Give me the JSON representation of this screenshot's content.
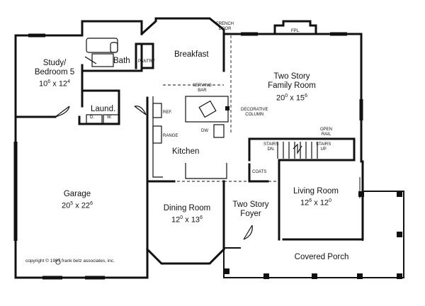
{
  "rooms": {
    "study": {
      "name": "Study/",
      "name2": "Bedroom 5",
      "w": "10",
      "wf": "6",
      "d": "12",
      "df": "4"
    },
    "bath": {
      "name": "Bath"
    },
    "pantry": {
      "name": "PANTRY"
    },
    "breakfast": {
      "name": "Breakfast"
    },
    "french_door": {
      "line1": "FRENCH",
      "line2": "DOOR"
    },
    "fpl": {
      "name": "FPL."
    },
    "family": {
      "name": "Two Story",
      "name2": "Family Room",
      "w": "20",
      "wf": "0",
      "d": "15",
      "df": "6"
    },
    "serving_bar": {
      "line1": "SERVING",
      "line2": "BAR"
    },
    "laund": {
      "name": "Laund."
    },
    "dryer": {
      "name": "D."
    },
    "washer": {
      "name": "W."
    },
    "ref": {
      "name": "REF."
    },
    "range": {
      "name": "RANGE"
    },
    "dw": {
      "name": "DW"
    },
    "kitchen": {
      "name": "Kitchen"
    },
    "decorative": {
      "line1": "DECORATIVE",
      "line2": "COLUMN"
    },
    "open_rail": {
      "line1": "OPEN",
      "line2": "RAIL"
    },
    "stairs_dn": {
      "line1": "STAIRS",
      "line2": "DN."
    },
    "stairs_up": {
      "line1": "STAIRS",
      "line2": "UP"
    },
    "coats": {
      "name": "COATS"
    },
    "garage": {
      "name": "Garage",
      "w": "20",
      "wf": "5",
      "d": "22",
      "df": "6"
    },
    "dining": {
      "name": "Dining Room",
      "w": "12",
      "wf": "0",
      "d": "13",
      "df": "6"
    },
    "foyer": {
      "name": "Two Story",
      "name2": "Foyer"
    },
    "living": {
      "name": "Living Room",
      "w": "12",
      "wf": "6",
      "d": "12",
      "df": "0"
    },
    "porch": {
      "name": "Covered Porch"
    }
  },
  "dim_separator": "x",
  "copyright": "copyright © 1997 frank betz associates, inc.",
  "colors": {
    "ink": "#111111",
    "background": "#ffffff"
  }
}
